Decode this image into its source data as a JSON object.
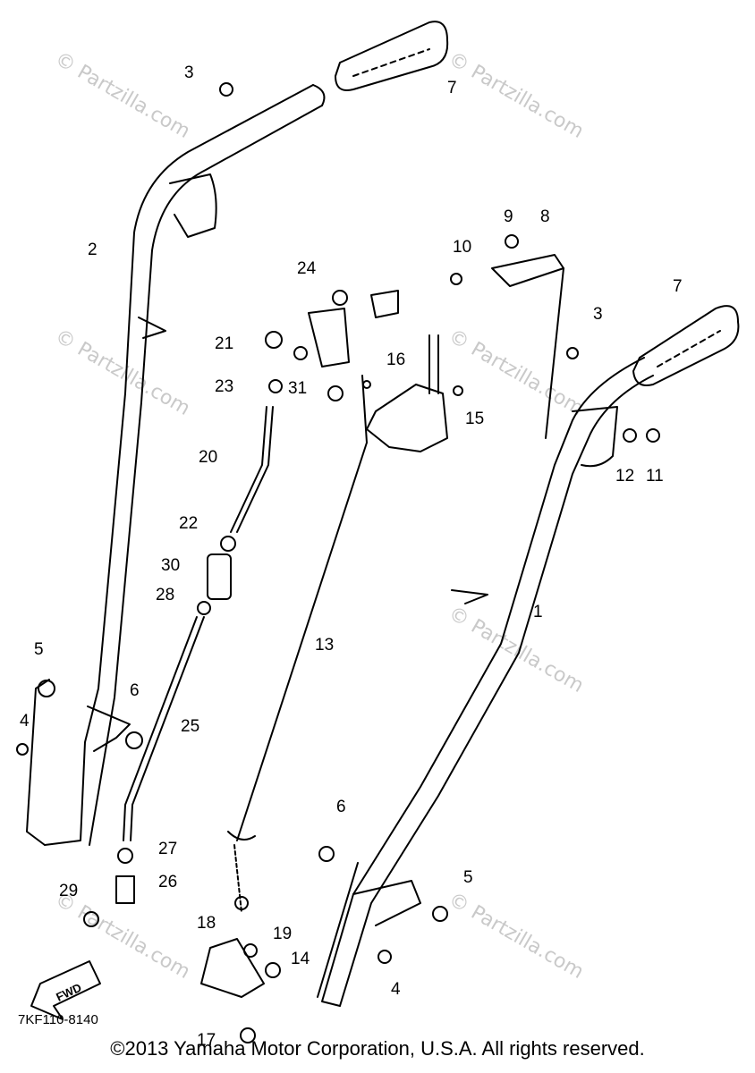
{
  "diagram": {
    "part_numbers": {
      "p1": "1",
      "p2": "2",
      "p3a": "3",
      "p3b": "3",
      "p4a": "4",
      "p4b": "4",
      "p5a": "5",
      "p5b": "5",
      "p6a": "6",
      "p6b": "6",
      "p7a": "7",
      "p7b": "7",
      "p8": "8",
      "p9": "9",
      "p10": "10",
      "p11": "11",
      "p12": "12",
      "p13": "13",
      "p14": "14",
      "p15": "15",
      "p16": "16",
      "p17": "17",
      "p18": "18",
      "p19": "19",
      "p20": "20",
      "p21": "21",
      "p22": "22",
      "p23": "23",
      "p24": "24",
      "p25": "25",
      "p26": "26",
      "p27": "27",
      "p28": "28",
      "p29": "29",
      "p30": "30",
      "p31": "31"
    },
    "fwd_label": "FWD",
    "diagram_code": "7KF110-8140",
    "watermark": "© Partzilla.com"
  },
  "footer": {
    "copyright": "©2013 Yamaha Motor Corporation, U.S.A. All rights reserved."
  }
}
